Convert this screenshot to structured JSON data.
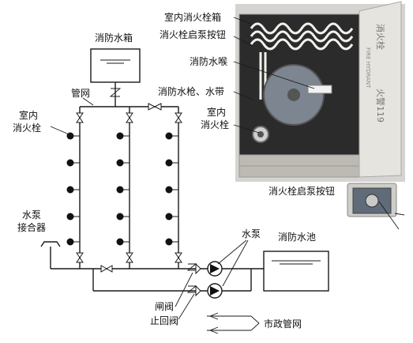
{
  "labels": {
    "fire_water_tank": "消防水箱",
    "pipe_network": "管网",
    "indoor_hydrant_left": [
      "室内",
      "消火栓"
    ],
    "pump_adapter": [
      "水泵",
      "接合器"
    ],
    "pump": "水泵",
    "fire_pool": "消防水池",
    "gate_valve": "闸阀",
    "check_valve": "止回阀",
    "municipal_network": "市政管网",
    "photo_cabinet": "室内消火栓箱",
    "photo_start_button": "消火栓启泵按钮",
    "photo_hose_connector": "消防水喉",
    "photo_nozzle_hose": "消防水枪、水带",
    "photo_indoor_hydrant": [
      "室内",
      "消火栓"
    ],
    "start_button_caption": "消火栓启泵按钮",
    "cabinet_door_text": [
      "消火栓",
      "FIRE HYDRANT",
      "火警119"
    ]
  },
  "colors": {
    "pipe": "#1a1a1a",
    "photo_bg": "#d6d4d0",
    "cabinet_inner": "#2b2b2b",
    "reel": "#7c8590",
    "door": "#e6e4df",
    "hydrant_dot": "#111111"
  },
  "icons": [
    "valve-icon",
    "check-valve-icon",
    "pump-icon",
    "hydrant-icon",
    "flow-arrow-icon",
    "start-button-icon"
  ]
}
